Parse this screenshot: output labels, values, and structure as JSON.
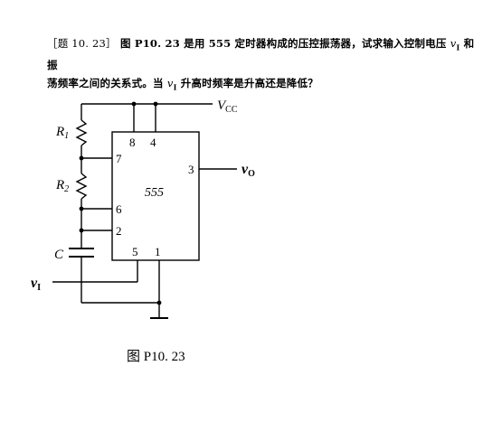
{
  "question": {
    "tag": "［题 10. 23］",
    "line1_a": "图 P10. 23 是用 555 定时器构成的压控振荡器，试求输入控制电压 ",
    "var_vi": "v",
    "sub_i": "I",
    "line1_b": " 和振",
    "line2_a": "荡频率之间的关系式。当 ",
    "line2_b": " 升高时频率是升高还是降低？"
  },
  "circuit": {
    "chip_label": "555",
    "pins": {
      "p8": "8",
      "p4": "4",
      "p7": "7",
      "p3": "3",
      "p6": "6",
      "p2": "2",
      "p5": "5",
      "p1": "1"
    },
    "labels": {
      "r1": "R",
      "r1_sub": "1",
      "r2": "R",
      "r2_sub": "2",
      "c": "C",
      "vcc": "V",
      "vcc_sub": "CC",
      "vo": "v",
      "vo_sub": "O",
      "vi": "v",
      "vi_sub": "I"
    }
  },
  "caption": "图 P10. 23"
}
